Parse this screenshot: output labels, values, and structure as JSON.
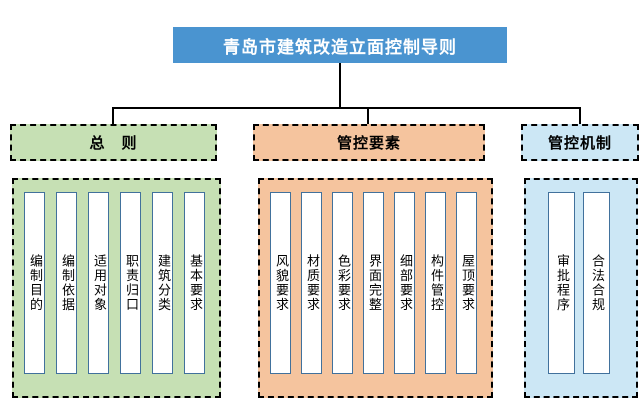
{
  "title": {
    "text": "青岛市建筑改造立面控制导则",
    "bg": "#4a94d0",
    "text_color": "#ffffff"
  },
  "branches": [
    {
      "label": "总　则",
      "color": "#c6e0b4",
      "items": [
        "编制目的",
        "编制依据",
        "适用对象",
        "职责归口",
        "建筑分类",
        "基本要求"
      ]
    },
    {
      "label": "管控要素",
      "color": "#f5c49e",
      "items": [
        "风貌要求",
        "材质要求",
        "色彩要求",
        "界面完整",
        "细部要求",
        "构件管控",
        "屋顶要求"
      ]
    },
    {
      "label": "管控机制",
      "color": "#cce7f5",
      "items": [
        "审批程序",
        "合法合规"
      ]
    }
  ],
  "colors": {
    "item_box_border": "#41719c",
    "connector_line": "#000000",
    "dashed_border": "#000000",
    "item_box_fill": "#ffffff"
  }
}
